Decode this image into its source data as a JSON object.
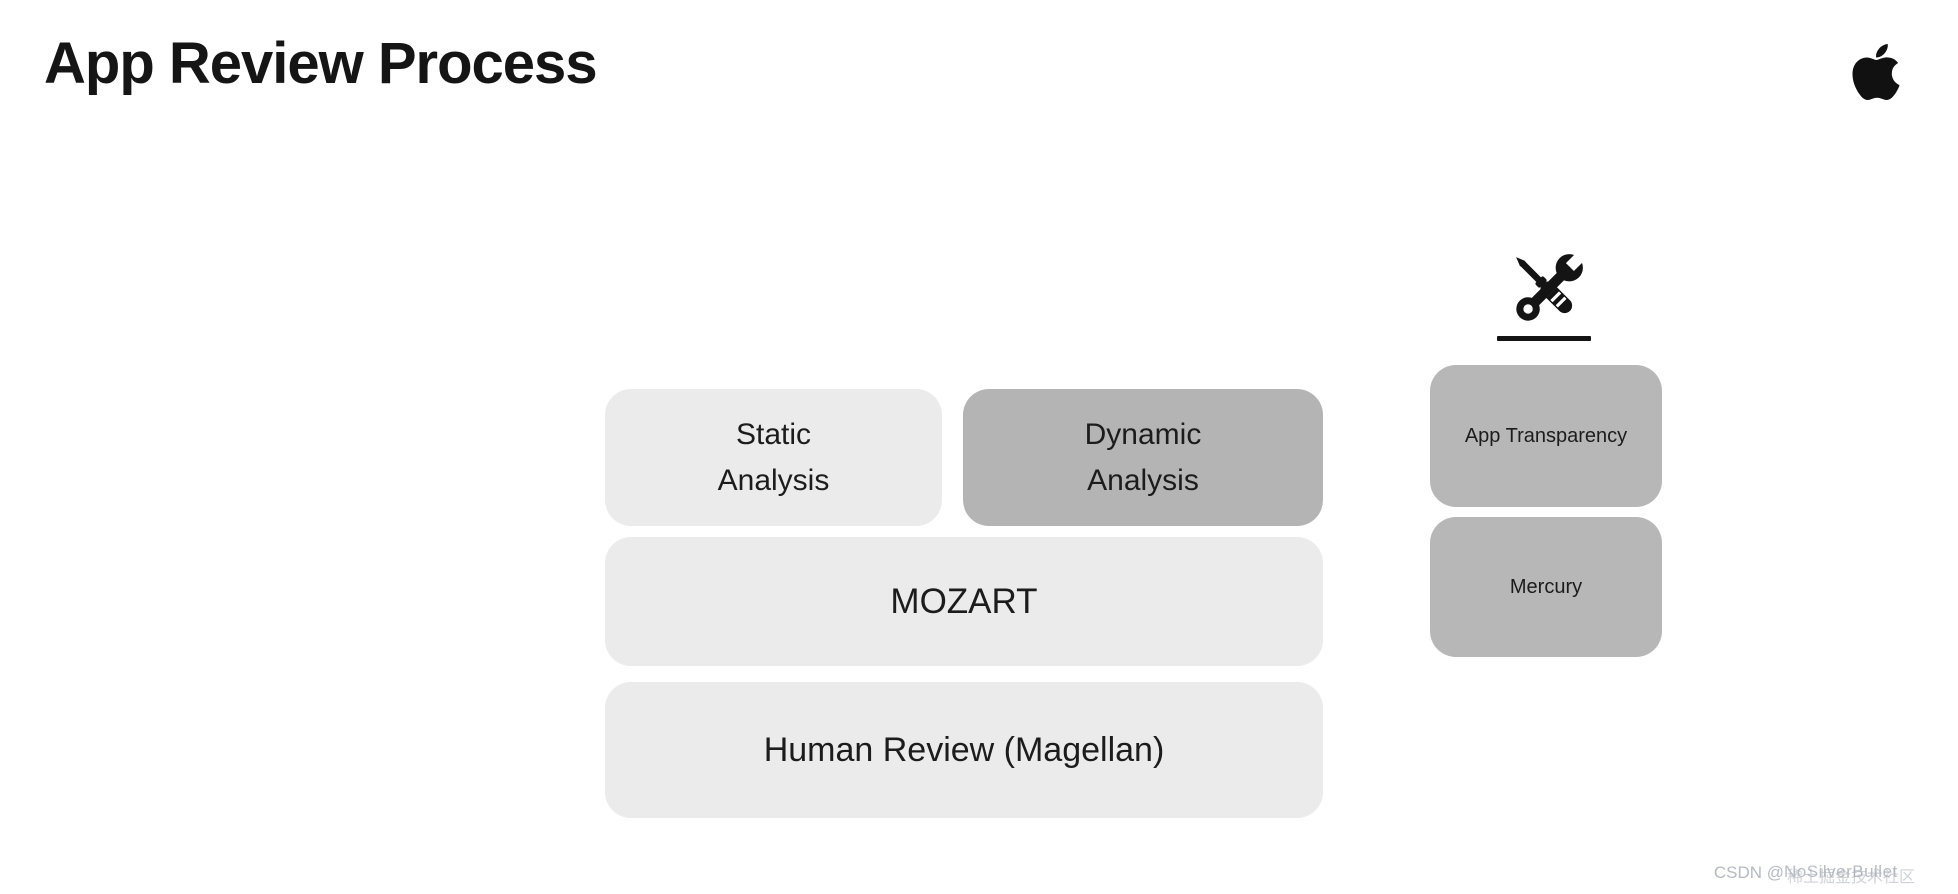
{
  "slide": {
    "title": "App Review Process"
  },
  "icons": {
    "apple_logo": "apple-logo",
    "tools": "screwdriver-wrench-icon"
  },
  "diagram": {
    "static_analysis": {
      "line1": "Static",
      "line2": "Analysis"
    },
    "dynamic_analysis": {
      "line1": "Dynamic",
      "line2": "Analysis"
    },
    "mozart": {
      "label": "MOZART"
    },
    "human_review": {
      "label": "Human Review (Magellan)"
    },
    "app_transparency": {
      "label": "App Transparency"
    },
    "mercury": {
      "label": "Mercury"
    }
  },
  "watermark": {
    "prefix": "CSDN @",
    "layer_latin": "NoSilverBullet",
    "layer_cjk": "稀土掘金技术社区"
  },
  "colors": {
    "background": "#ffffff",
    "box_light": "#ebebeb",
    "box_medium": "#b4b4b4",
    "box_right": "#b7b7b7",
    "text": "#1c1c1c",
    "icon": "#141414",
    "watermark": "#a8adb6"
  }
}
